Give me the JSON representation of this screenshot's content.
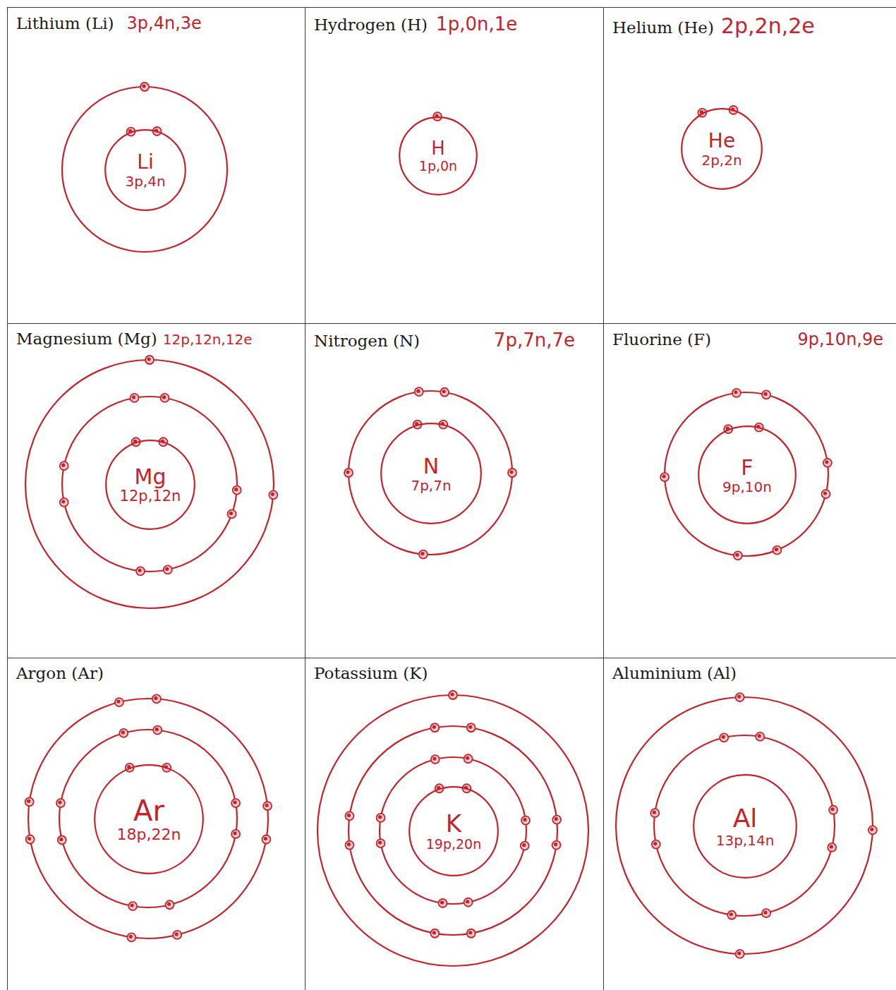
{
  "diagram": {
    "nodes": [
      {
        "text": [
          "Lithium (Li)",
          "3p,4n,3e"
        ]
      },
      {
        "text": [
          "Li",
          "3p,4n"
        ],
        "in": 0
      },
      {
        "text": [
          "Hydrogen (H)",
          "1p,0n,1e"
        ]
      },
      {
        "text": [
          "H",
          "1p,0n"
        ],
        "in": 2
      },
      {
        "text": [
          "Helium (He)",
          "2p,2n,2e"
        ]
      },
      {
        "text": [
          "He",
          "2p,2n"
        ],
        "in": 4
      },
      {
        "text": [
          "Magnesium (Mg)",
          "12p,12n,12e"
        ]
      },
      {
        "text": [
          "Mg",
          "12p,12n"
        ],
        "in": 6
      },
      {
        "text": [
          "Nitrogen (N)",
          "7p,7n,7e"
        ]
      },
      {
        "text": [
          "N",
          "7p,7n"
        ],
        "in": 8
      },
      {
        "text": [
          "Fluorine (F)",
          "9p,10n,9e"
        ]
      },
      {
        "text": [
          "F",
          "9p,10n"
        ],
        "in": 10
      },
      {
        "text": [
          "Argon (Ar)"
        ]
      },
      {
        "text": [
          "Ar",
          "18p,22n"
        ],
        "in": 12
      },
      {
        "text": [
          "Potassium (K)"
        ]
      },
      {
        "text": [
          "K",
          "19p,20n"
        ],
        "in": 14
      },
      {
        "text": [
          "Aluminium (Al)"
        ]
      },
      {
        "text": [
          "Al",
          "13p,14n"
        ],
        "in": 16
      }
    ]
  }
}
